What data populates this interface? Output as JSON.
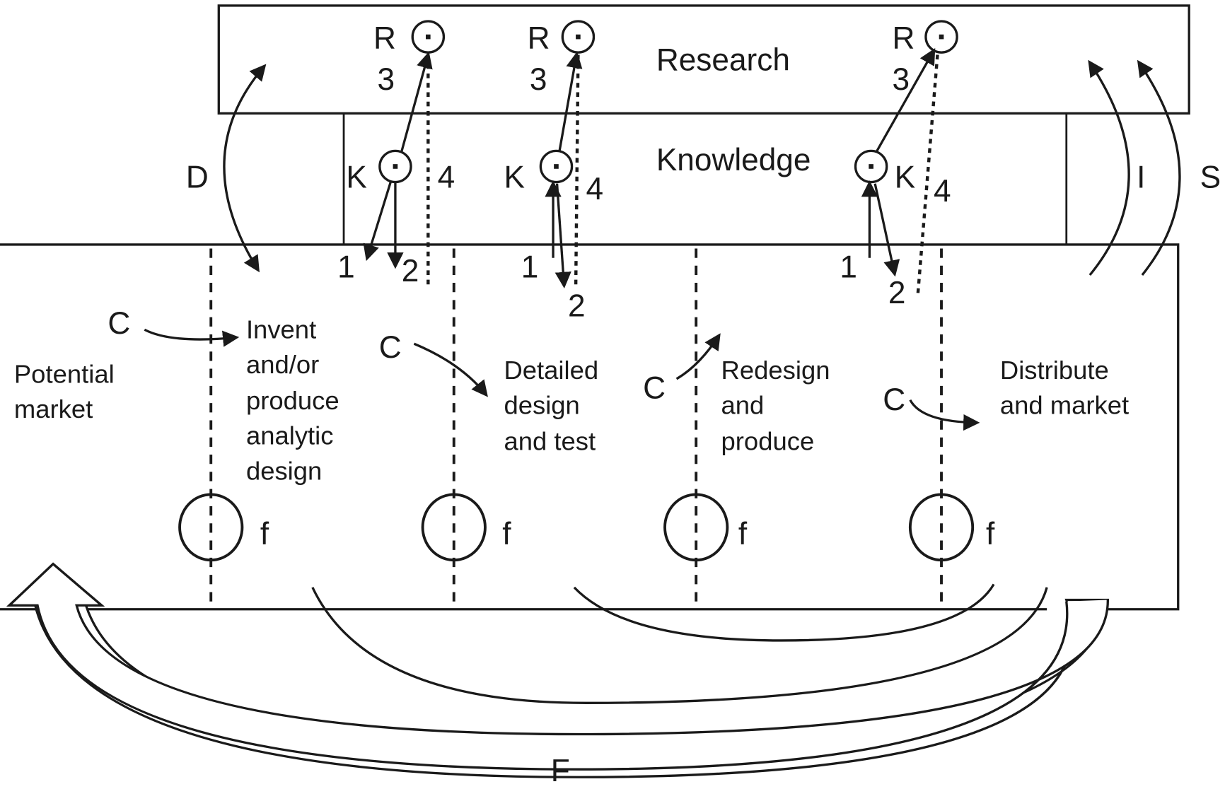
{
  "layers": {
    "research": "Research",
    "knowledge": "Knowledge"
  },
  "left_label": [
    "Potential",
    "market"
  ],
  "stages": [
    {
      "lines": [
        "Invent",
        "and/or",
        "produce",
        "analytic",
        "design"
      ]
    },
    {
      "lines": [
        "Detailed",
        "design",
        "and test"
      ]
    },
    {
      "lines": [
        "Redesign",
        "and",
        "produce"
      ]
    },
    {
      "lines": [
        "Distribute",
        "and market"
      ]
    }
  ],
  "node_labels": {
    "research_node": "R",
    "knowledge_node": "K",
    "path_1": "1",
    "path_2": "2",
    "path_3": "3",
    "path_4": "4",
    "feedback_small": "f",
    "chain_link": "C"
  },
  "side_labels": {
    "D": "D",
    "I": "I",
    "S": "S",
    "F": "F"
  }
}
